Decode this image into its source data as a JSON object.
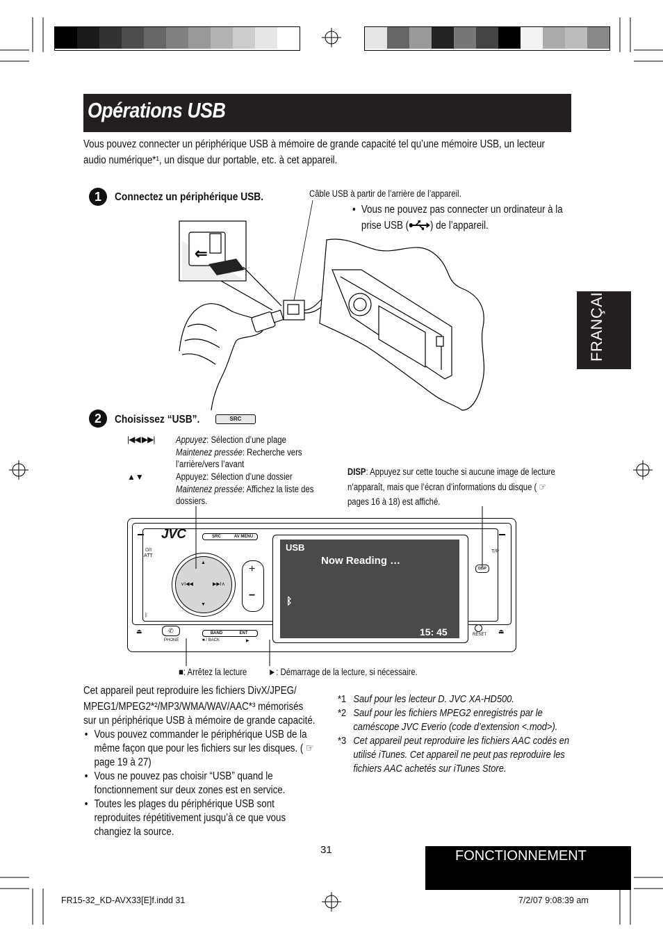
{
  "title": "Opérations USB",
  "intro": {
    "line1": "Vous pouvez connecter un périphérique USB à mémoire de grande capacité tel qu’une mémoire USB, un lecteur",
    "line2": "audio numérique*¹, un disque dur portable, etc. à cet appareil."
  },
  "side_tab": "FRANÇAIS",
  "step1": {
    "number": "1",
    "label": "Connectez un périphérique USB.",
    "cable_note": "Câble USB à partir de l’arrière de l’appareil.",
    "warning_line1": "Vous ne pouvez pas connecter un ordinateur à la",
    "warning_line2_pre": "prise USB (",
    "warning_line2_post": ") de l’appareil."
  },
  "step2": {
    "number": "2",
    "label": "Choisissez “USB”.",
    "src_button": "SRC"
  },
  "controls": {
    "track_symbol": "|◀◀ ▶▶|",
    "track_line1_em": "Appuyez",
    "track_line1": ": Sélection d’une plage",
    "track_line2_em": "Maintenez pressée",
    "track_line2": ": Recherche vers",
    "track_line3": "l’arrière/vers l’avant",
    "folder_symbol": "▲▼",
    "folder_line1": "Appuyez: Sélection d’une dossier",
    "folder_line2_em": "Maintenez pressée",
    "folder_line2": ": Affichez la liste des",
    "folder_line3": "dossiers."
  },
  "disp": {
    "label": "DISP",
    "line1": ": Appuyez sur cette touche si aucune image de lecture",
    "line2": "n’apparaît, mais que l’écran d’informations du disque ( ☞",
    "line3": "pages 16 à 18) est affiché."
  },
  "device": {
    "brand": "JVC",
    "src_label": "SRC",
    "avmenu_label": "AV MENU",
    "att_label": "ATT",
    "tp_label": "T/P",
    "screen_source": "USB",
    "screen_status": "Now Reading …",
    "screen_time": "15: 45",
    "phone_label": "PHONE",
    "band_label": "BAND",
    "ent_label": "ENT",
    "back_label": "■ / BACK",
    "reset_label": "RESET",
    "disp_button": "DISP",
    "plus": "+",
    "minus": "−"
  },
  "stop_note": "■: Arrêtez la lecture",
  "play_note": "►: Démarrage de la lecture, si nécessaire.",
  "compat": {
    "line1": "Cet appareil peut reproduire les fichiers DivX/JPEG/",
    "line2": "MPEG1/MPEG2*²/MP3/WMA/WAV/AAC*³ mémorisés",
    "line3": "sur un périphérique USB à mémoire de grande capacité."
  },
  "bullets": [
    "Vous pouvez commander le périphérique USB de la même façon que pour les fichiers sur les disques. ( ☞ page 19 à 27)",
    "Vous ne pouvez pas choisir “USB” quand le fonctionnement sur deux zones est en service.",
    "Toutes les plages du périphérique USB sont reproduites répétitivement jusqu’à ce que vous changiez la source."
  ],
  "footnotes": [
    {
      "mark": "*1",
      "text": "Sauf pour les lecteur D. JVC XA-HD500."
    },
    {
      "mark": "*2",
      "text": "Sauf pour les fichiers MPEG2 enregistrés par le caméscope JVC Everio (code d’extension <.mod>)."
    },
    {
      "mark": "*3",
      "text": "Cet appareil peut reproduire les fichiers AAC codés en utilisé iTunes. Cet appareil ne peut pas reproduire les fichiers AAC achetés sur iTunes Store."
    }
  ],
  "page_number": "31",
  "section": "FONCTIONNEMENT",
  "footer_left": "FR15-32_KD-AVX33[E]f.indd   31",
  "footer_right": "7/2/07   9:08:39 am",
  "colors": {
    "title_bg": "#231f20",
    "screen_bg": "#4a4a4a",
    "accent": "#000000"
  }
}
